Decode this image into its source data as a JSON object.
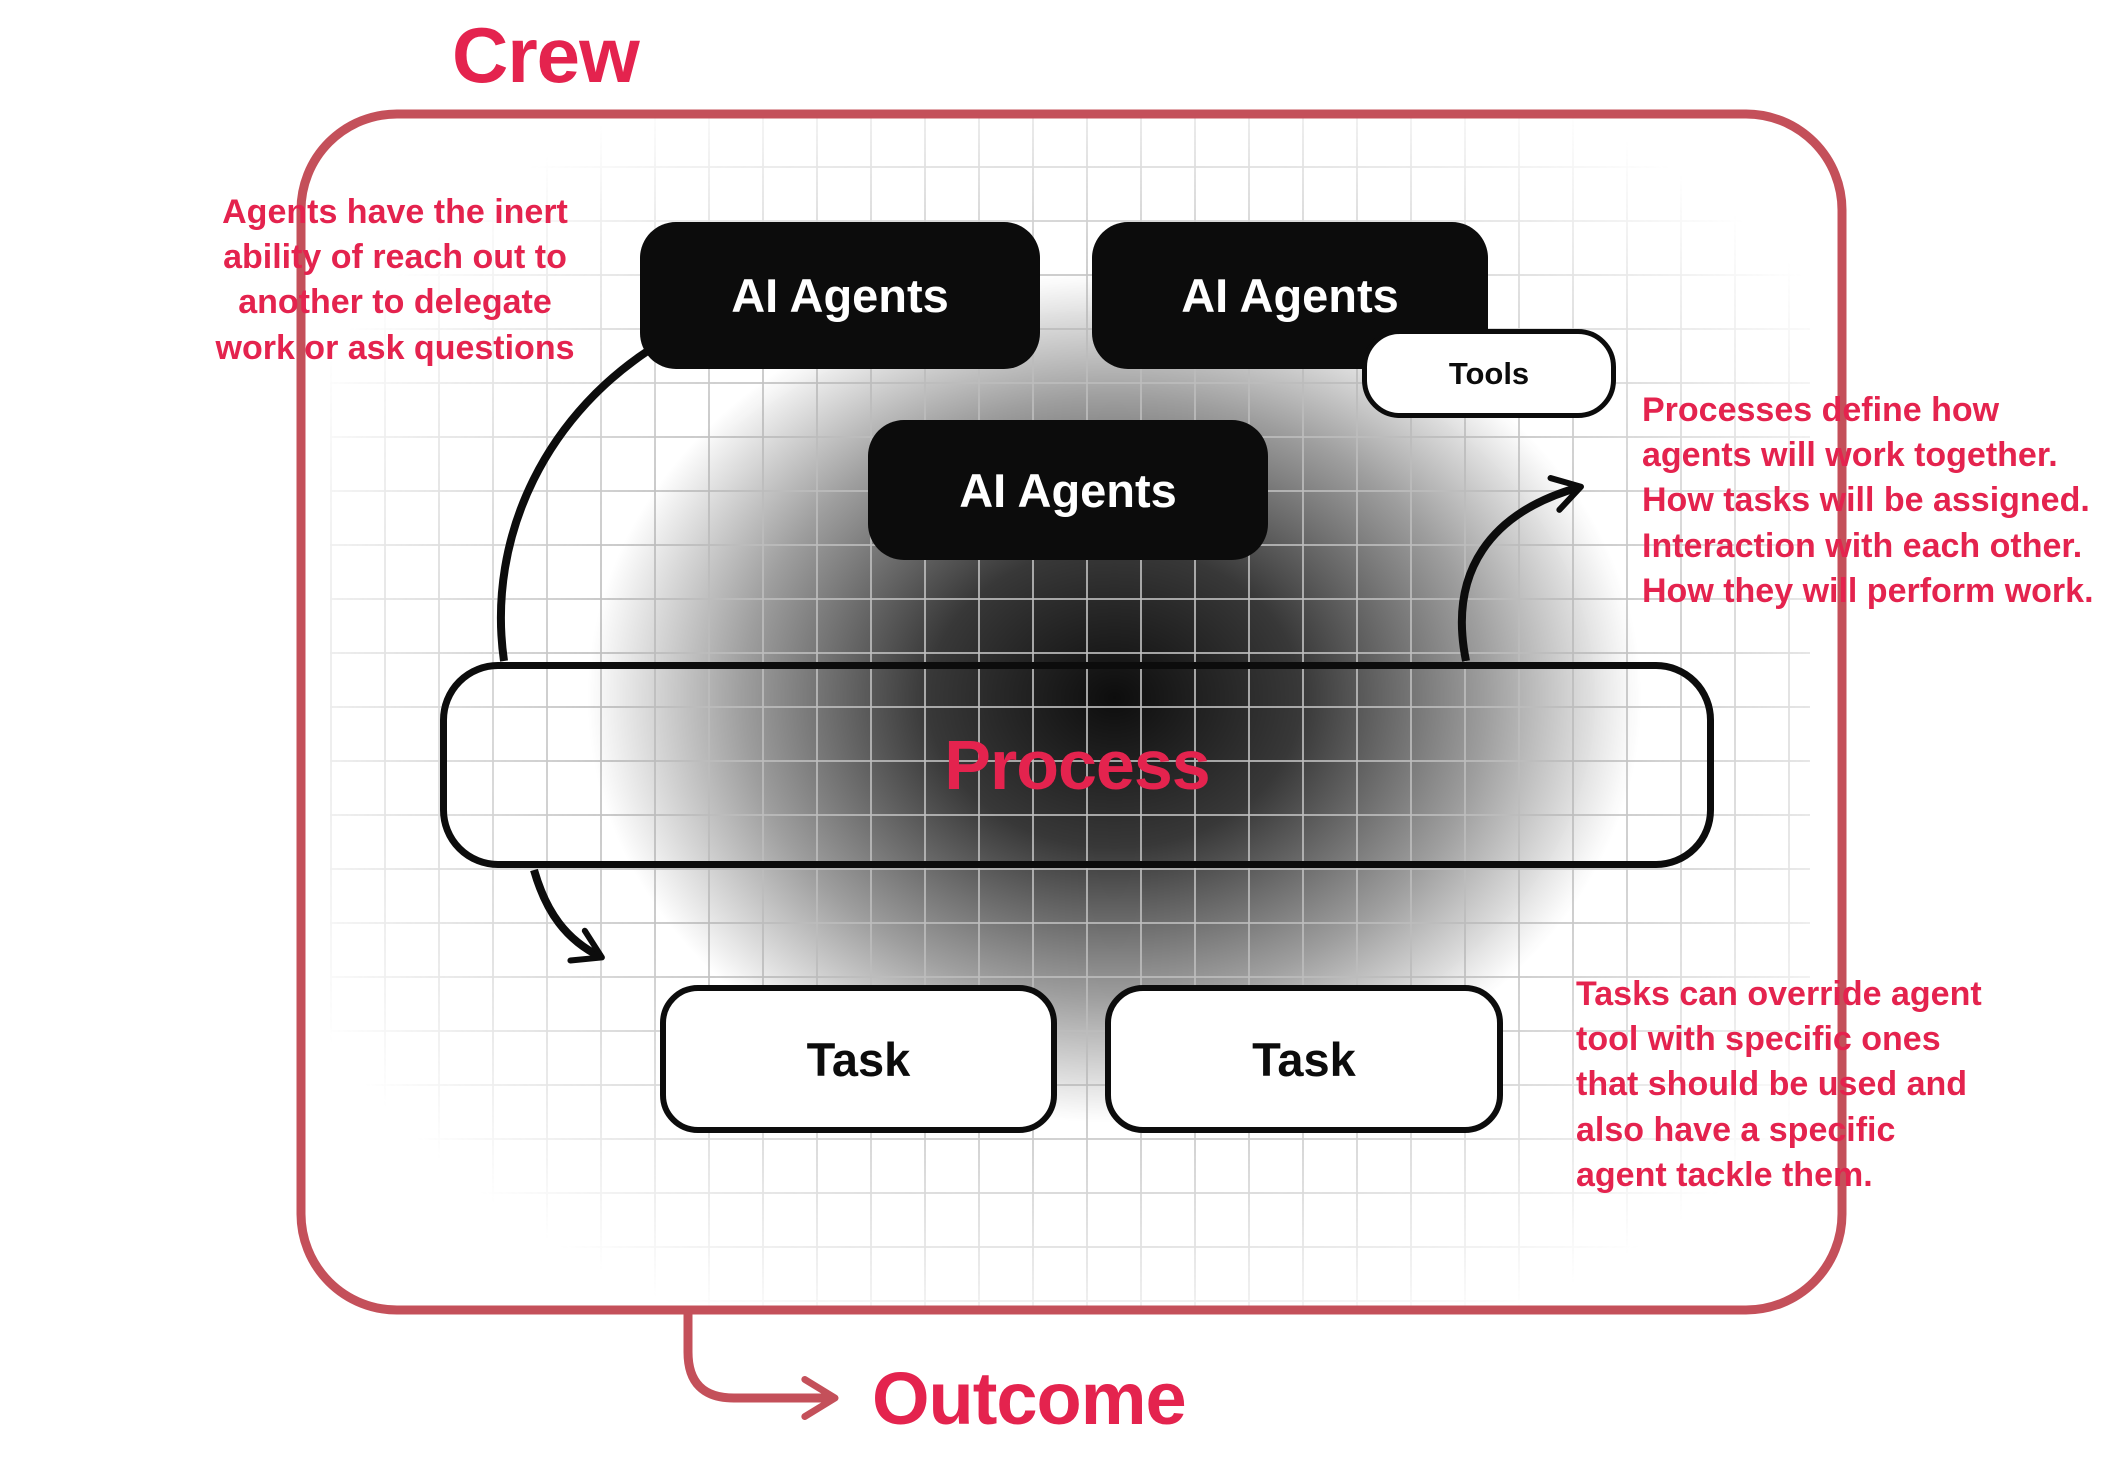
{
  "header": {
    "title": "Crew"
  },
  "diagram": {
    "agent_boxes": [
      {
        "label": "AI Agents"
      },
      {
        "label": "AI Agents"
      },
      {
        "label": "AI Agents"
      }
    ],
    "tools_label": "Tools",
    "process_label": "Process",
    "task_boxes": [
      {
        "label": "Task"
      },
      {
        "label": "Task"
      }
    ]
  },
  "annotations": {
    "left": "Agents have the inert\nability of reach out to\nanother to delegate\nwork or ask questions",
    "right_top": "Processes define how\nagents will work together.\nHow tasks will be assigned.\nInteraction with each other.\nHow they will perform work.",
    "right_bottom": "Tasks can override agent\ntool with specific ones\nthat should be used and\nalso have a specific\nagent tackle them."
  },
  "footer": {
    "outcome_label": "Outcome"
  },
  "colors": {
    "crimson_text": "#e4234e",
    "frame_red": "#c4505a",
    "box_black": "#0c0c0c"
  }
}
